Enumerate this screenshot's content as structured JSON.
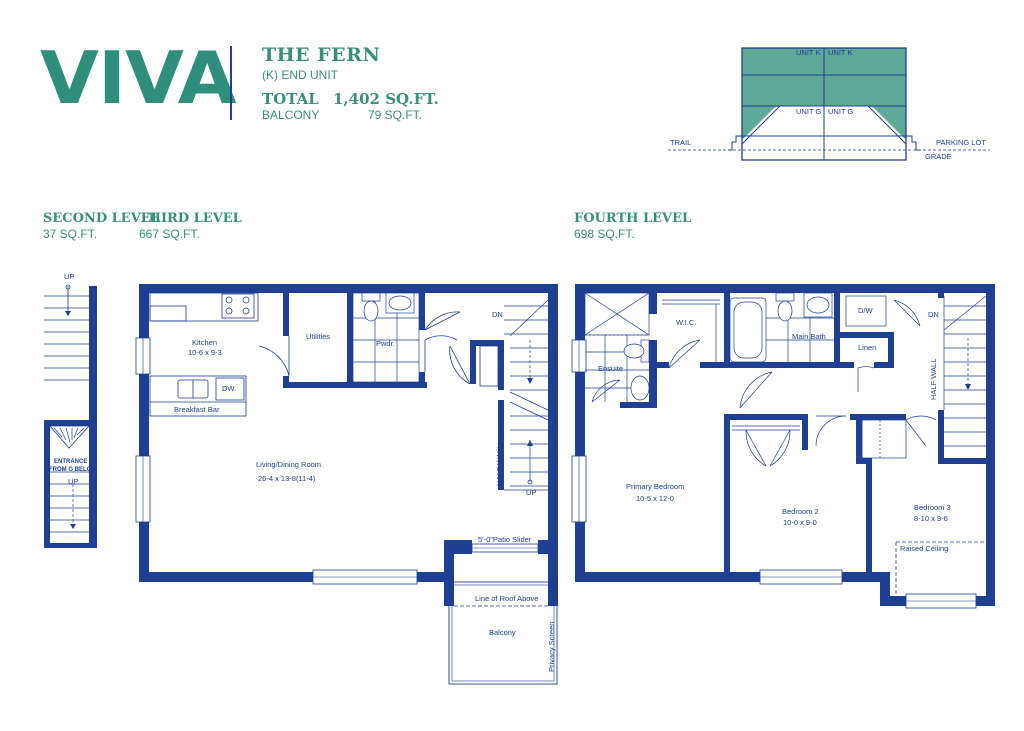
{
  "brand": {
    "logo": "VIVA",
    "color": "#2f8f7c"
  },
  "unit": {
    "name": "THE FERN",
    "subtitle": "(K) END UNIT",
    "total_label": "TOTAL",
    "total_value": "1,402 SQ.FT.",
    "balcony_label": "BALCONY",
    "balcony_value": "79 SQ.FT."
  },
  "colors": {
    "wall": "#1f3f93",
    "accent": "#3a8f7c",
    "fill": "#5ea896"
  },
  "key_plan": {
    "units": [
      "UNIT K",
      "UNIT K",
      "UNIT G",
      "UNIT G"
    ],
    "labels": {
      "trail": "TRAIL",
      "parking": "PARKING LOT",
      "grade": "GRADE"
    }
  },
  "levels": [
    {
      "name": "SECOND LEVEL",
      "area": "37 SQ.FT."
    },
    {
      "name": "THIRD LEVEL",
      "area": "667 SQ.FT."
    },
    {
      "name": "FOURTH LEVEL",
      "area": "698 SQ.FT."
    }
  ],
  "second": {
    "up_top": "UP",
    "entrance_1": "ENTRANCE",
    "entrance_2": "FROM G BELOW",
    "up_bottom": "UP"
  },
  "third": {
    "kitchen": "Kitchen",
    "kitchen_dim": "10-6 x 9-3",
    "utilities": "Utilities",
    "pwdr": "Pwdr.",
    "dw": "DW.",
    "breakfast": "Breakfast Bar",
    "living": "Living/Dining Room",
    "living_dim": "26-4 x 13-8(11-4)",
    "dn": "DN",
    "up": "UP",
    "half_wall": "HALF WALL",
    "patio": "5'-0\"Patio Slider",
    "roof": "Line of Roof Above",
    "balcony": "Balcony",
    "privacy": "Privacy Screen"
  },
  "fourth": {
    "ensuite": "Ensuite",
    "wic": "W.I.C.",
    "main_bath": "Main Bath",
    "dw": "D/W",
    "dn": "DN",
    "linen": "Linen",
    "half_wall": "HALF WALL",
    "primary": "Primary Bedroom",
    "primary_dim": "10-5 x 12-0",
    "bed2": "Bedroom 2",
    "bed2_dim": "10-0 x 9-0",
    "bed3": "Bedroom 3",
    "bed3_dim": "8-10 x 9-6",
    "raised": "Raised Ceiling"
  }
}
